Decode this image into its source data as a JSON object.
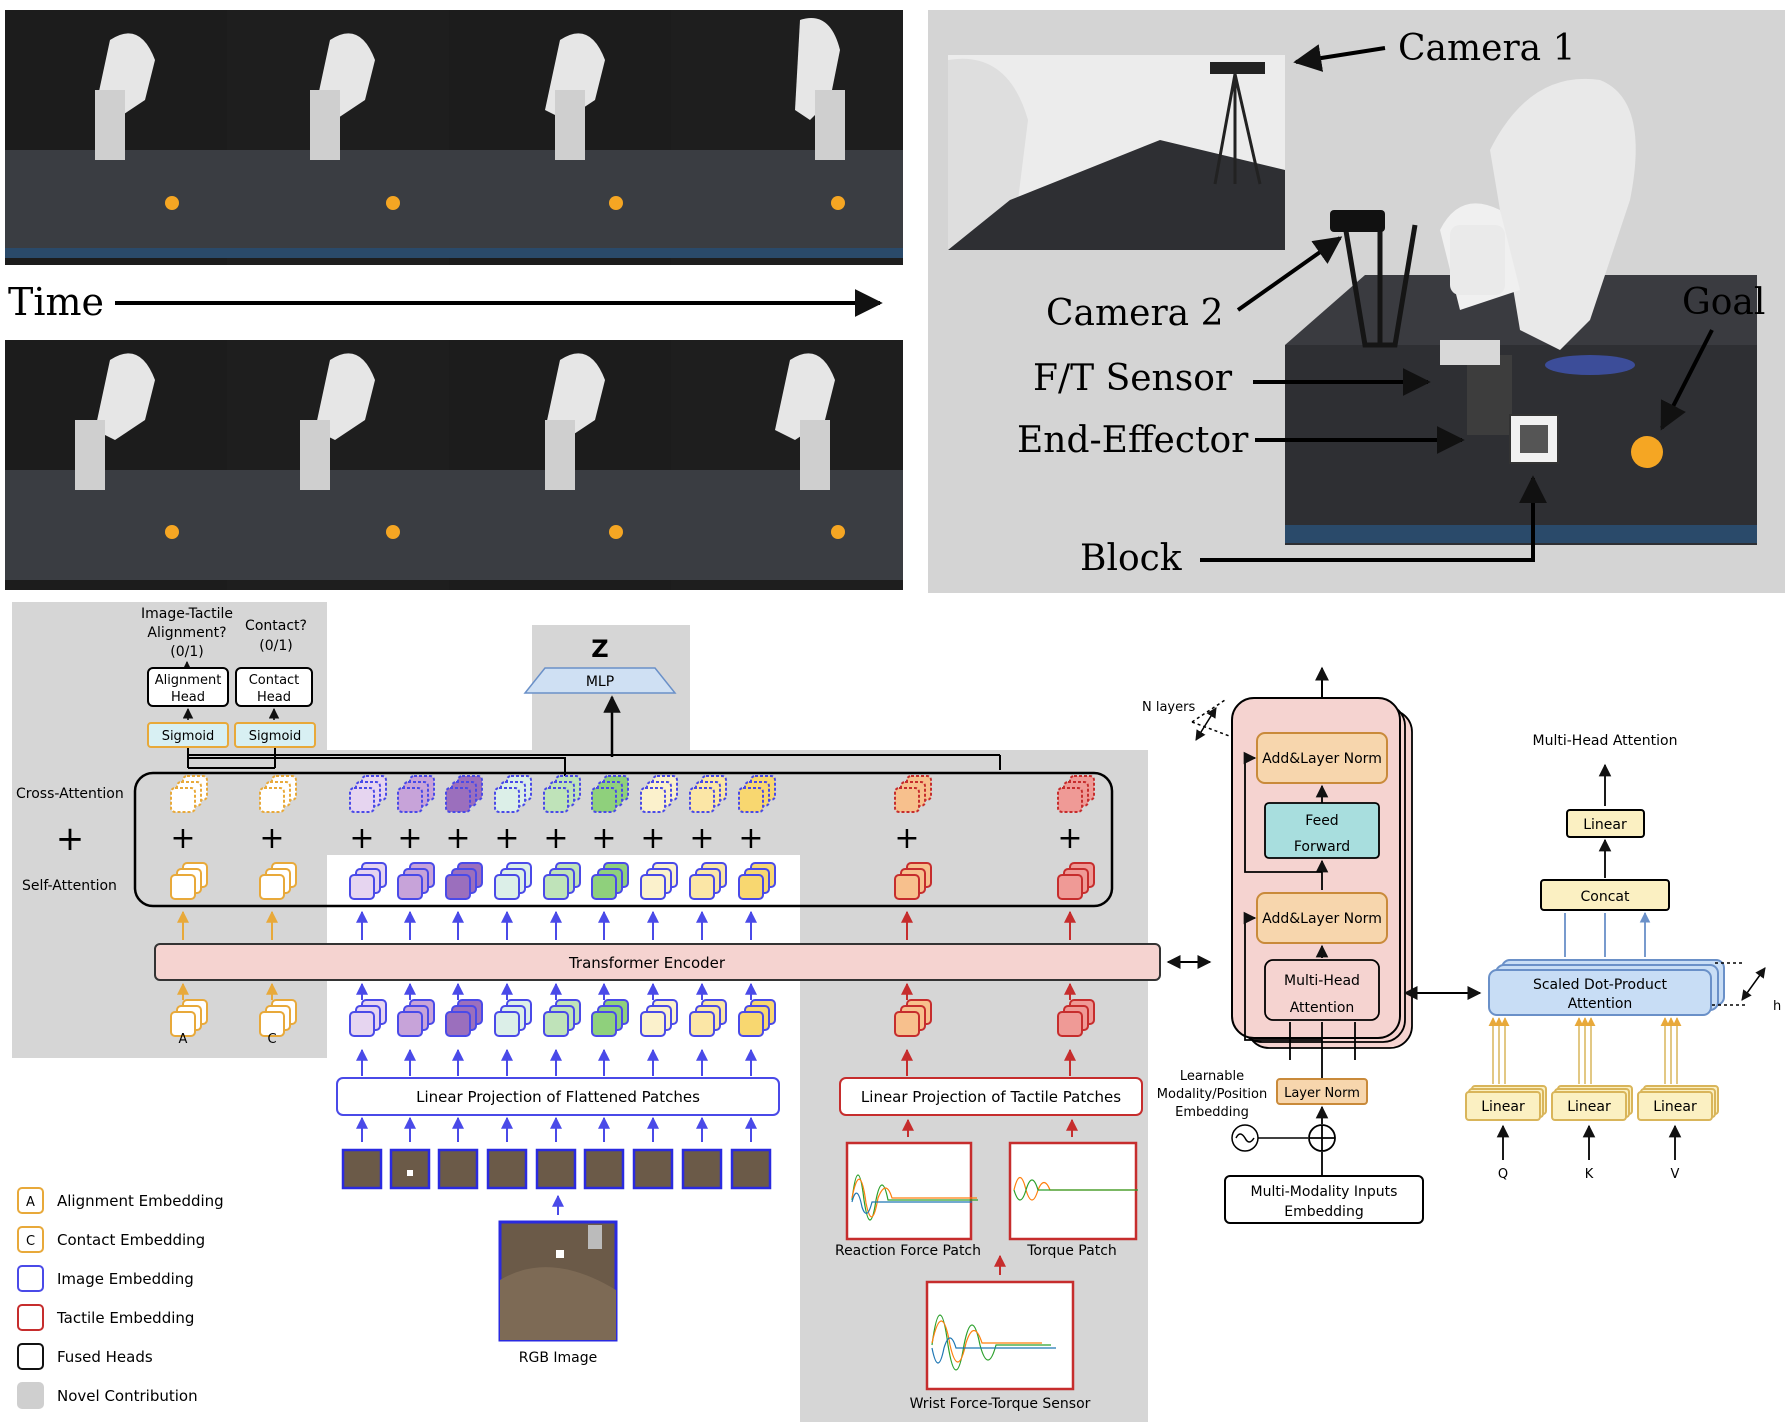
{
  "photos": {
    "time_label": "Time",
    "annotations": {
      "camera1": "Camera 1",
      "camera2": "Camera 2",
      "ft_sensor": "F/T Sensor",
      "end_effector": "End-Effector",
      "goal": "Goal",
      "block": "Block"
    }
  },
  "arch": {
    "z_label": "Z",
    "mlp": "MLP",
    "image_tactile_question": [
      "Image-Tactile",
      "Alignment?",
      "(0/1)"
    ],
    "contact_question": [
      "Contact?",
      "(0/1)"
    ],
    "alignment_head": [
      "Alignment",
      "Head"
    ],
    "contact_head": [
      "Contact",
      "Head"
    ],
    "sigmoid": "Sigmoid",
    "cross_attention": "Cross-Attention",
    "self_attention": "Self-Attention",
    "plus": "+",
    "transformer_encoder": "Transformer Encoder",
    "token_a": "A",
    "token_c": "C",
    "linear_proj_patches": "Linear Projection of Flattened Patches",
    "linear_proj_tactile": "Linear Projection of Tactile Patches",
    "rgb_image": "RGB Image",
    "reaction_force_patch": "Reaction Force Patch",
    "torque_patch": "Torque Patch",
    "wrist_sensor": "Wrist Force-Torque Sensor"
  },
  "encoder_block": {
    "n_layers": "N layers",
    "add_norm_top": "Add&Layer Norm",
    "feed_forward": [
      "Feed",
      "Forward"
    ],
    "add_norm_mid": "Add&Layer Norm",
    "mha": [
      "Multi-Head",
      "Attention"
    ],
    "learnable": [
      "Learnable",
      "Modality/Position",
      "Embedding"
    ],
    "layer_norm": "Layer Norm",
    "inputs": [
      "Multi-Modality Inputs",
      "Embedding"
    ]
  },
  "mha_block": {
    "title": "Multi-Head Attention",
    "linear_top": "Linear",
    "concat": "Concat",
    "sdpa": [
      "Scaled Dot-Product",
      "Attention"
    ],
    "h": "h",
    "linears": [
      "Linear",
      "Linear",
      "Linear"
    ],
    "qkv": [
      "Q",
      "K",
      "V"
    ]
  },
  "legend": [
    {
      "box": "A",
      "label": "Alignment Embedding",
      "color": "#e8a93a"
    },
    {
      "box": "C",
      "label": "Contact Embedding",
      "color": "#e8a93a"
    },
    {
      "box": "",
      "label": "Image Embedding",
      "color": "#4a4ae8"
    },
    {
      "box": "",
      "label": "Tactile Embedding",
      "color": "#c62d2d"
    },
    {
      "box": "",
      "label": "Fused Heads",
      "color": "#111111"
    },
    {
      "box": "",
      "label": "Novel Contribution",
      "color": "#cfcfcf"
    }
  ],
  "colors": {
    "orange": "#e8a93a",
    "blue": "#4a4ae8",
    "red": "#c62d2d",
    "gray_panel": "#d6d6d6",
    "pink": "#f5d3d0",
    "teal": "#a8dede",
    "peach": "#f7d6ad",
    "cream": "#fbf0c2",
    "light_blue": "#c8ddf5"
  }
}
